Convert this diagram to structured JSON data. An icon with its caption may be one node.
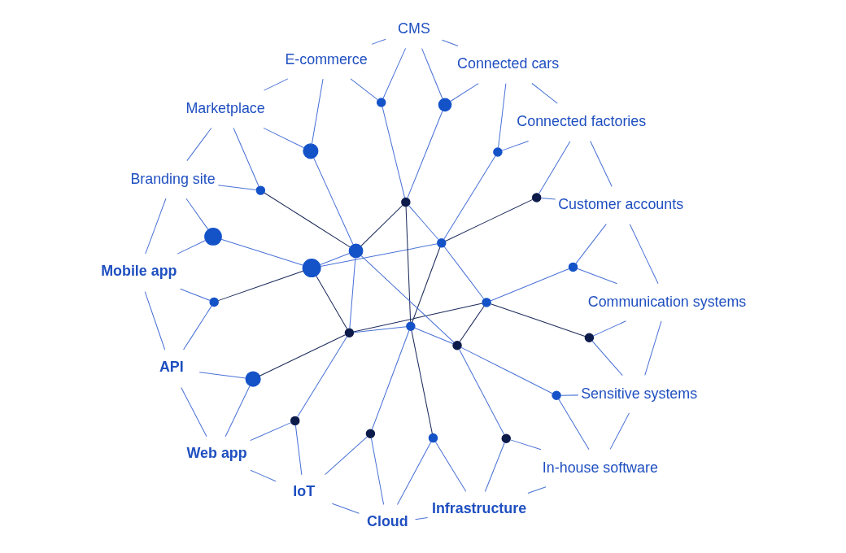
{
  "diagram": {
    "nodes": [
      {
        "text": [
          "Web app"
        ]
      },
      {
        "text": [
          "API"
        ]
      },
      {
        "text": [
          "IoT"
        ]
      },
      {
        "text": [
          "Mobile app"
        ]
      },
      {
        "text": [
          "Cloud"
        ]
      },
      {
        "text": [
          "Infrastructure"
        ]
      },
      {
        "text": [
          "Branding site"
        ]
      },
      {
        "text": [
          "In-house software"
        ]
      },
      {
        "text": [
          "Marketplace"
        ]
      },
      {
        "text": [
          "Sensitive systems"
        ]
      },
      {
        "text": [
          "E-commerce"
        ]
      },
      {
        "text": [
          "Communication systems"
        ]
      },
      {
        "text": [
          "Customer accounts"
        ]
      },
      {
        "text": [
          "CMS"
        ]
      },
      {
        "text": [
          "Connected cars"
        ]
      },
      {
        "text": [
          "Connected factories"
        ]
      },
      {
        "text": [],
        "shape": "circle"
      },
      {
        "text": [],
        "shape": "circle"
      },
      {
        "text": [],
        "shape": "circle"
      },
      {
        "text": [],
        "shape": "circle"
      },
      {
        "text": [],
        "shape": "circle"
      },
      {
        "text": [],
        "shape": "circle"
      },
      {
        "text": [],
        "shape": "circle"
      },
      {
        "text": [],
        "shape": "circle"
      },
      {
        "text": [],
        "shape": "circle"
      },
      {
        "text": [],
        "shape": "circle"
      },
      {
        "text": [],
        "shape": "circle"
      },
      {
        "text": [],
        "shape": "circle"
      },
      {
        "text": [],
        "shape": "circle"
      },
      {
        "text": [],
        "shape": "circle"
      },
      {
        "text": [],
        "shape": "circle"
      },
      {
        "text": [],
        "shape": "circle"
      },
      {
        "text": [],
        "shape": "circle"
      },
      {
        "text": [],
        "shape": "circle"
      },
      {
        "text": [],
        "shape": "circle"
      },
      {
        "text": [],
        "shape": "circle"
      },
      {
        "text": [],
        "shape": "circle"
      },
      {
        "text": [],
        "shape": "circle"
      },
      {
        "text": [],
        "shape": "circle"
      },
      {
        "text": [],
        "shape": "circle"
      }
    ],
    "edges": [
      {
        "from": 0,
        "to": 2,
        "arrow": "none"
      },
      {
        "from": 2,
        "to": 4,
        "arrow": "none"
      },
      {
        "from": 4,
        "to": 5,
        "arrow": "none"
      },
      {
        "from": 5,
        "to": 7,
        "arrow": "none"
      },
      {
        "from": 7,
        "to": 9,
        "arrow": "none"
      },
      {
        "from": 9,
        "to": 11,
        "arrow": "none"
      },
      {
        "from": 11,
        "to": 12,
        "arrow": "none"
      },
      {
        "from": 12,
        "to": 15,
        "arrow": "none"
      },
      {
        "from": 15,
        "to": 14,
        "arrow": "none"
      },
      {
        "from": 14,
        "to": 13,
        "arrow": "none"
      },
      {
        "from": 13,
        "to": 10,
        "arrow": "none"
      },
      {
        "from": 10,
        "to": 8,
        "arrow": "none"
      },
      {
        "from": 8,
        "to": 6,
        "arrow": "none"
      },
      {
        "from": 6,
        "to": 3,
        "arrow": "none"
      },
      {
        "from": 3,
        "to": 1,
        "arrow": "none"
      },
      {
        "from": 1,
        "to": 0,
        "arrow": "none"
      },
      {
        "from": 0,
        "to": 16,
        "arrow": "none"
      },
      {
        "from": 0,
        "to": 17,
        "arrow": "none"
      },
      {
        "from": 1,
        "to": 16,
        "arrow": "none"
      },
      {
        "from": 1,
        "to": 18,
        "arrow": "none"
      },
      {
        "from": 2,
        "to": 17,
        "arrow": "none"
      },
      {
        "from": 2,
        "to": 19,
        "arrow": "none"
      },
      {
        "from": 3,
        "to": 18,
        "arrow": "none"
      },
      {
        "from": 3,
        "to": 20,
        "arrow": "none"
      },
      {
        "from": 4,
        "to": 19,
        "arrow": "none"
      },
      {
        "from": 4,
        "to": 21,
        "arrow": "none"
      },
      {
        "from": 5,
        "to": 21,
        "arrow": "none"
      },
      {
        "from": 5,
        "to": 22,
        "arrow": "none"
      },
      {
        "from": 6,
        "to": 20,
        "arrow": "none"
      },
      {
        "from": 6,
        "to": 23,
        "arrow": "none"
      },
      {
        "from": 7,
        "to": 22,
        "arrow": "none"
      },
      {
        "from": 7,
        "to": 24,
        "arrow": "none"
      },
      {
        "from": 8,
        "to": 23,
        "arrow": "none"
      },
      {
        "from": 8,
        "to": 25,
        "arrow": "none"
      },
      {
        "from": 9,
        "to": 24,
        "arrow": "none"
      },
      {
        "from": 9,
        "to": 26,
        "arrow": "none"
      },
      {
        "from": 10,
        "to": 25,
        "arrow": "none"
      },
      {
        "from": 10,
        "to": 27,
        "arrow": "none"
      },
      {
        "from": 11,
        "to": 26,
        "arrow": "none"
      },
      {
        "from": 11,
        "to": 28,
        "arrow": "none"
      },
      {
        "from": 12,
        "to": 28,
        "arrow": "none"
      },
      {
        "from": 12,
        "to": 29,
        "arrow": "none"
      },
      {
        "from": 13,
        "to": 27,
        "arrow": "none"
      },
      {
        "from": 13,
        "to": 30,
        "arrow": "none"
      },
      {
        "from": 14,
        "to": 30,
        "arrow": "none"
      },
      {
        "from": 14,
        "to": 31,
        "arrow": "none"
      },
      {
        "from": 15,
        "to": 29,
        "arrow": "none"
      },
      {
        "from": 15,
        "to": 31,
        "arrow": "none"
      },
      {
        "from": 16,
        "to": 32,
        "arrow": "none",
        "color": "#1b2a5a"
      },
      {
        "from": 17,
        "to": 32,
        "arrow": "none"
      },
      {
        "from": 18,
        "to": 33,
        "arrow": "none",
        "color": "#1b2a5a"
      },
      {
        "from": 19,
        "to": 34,
        "arrow": "none"
      },
      {
        "from": 20,
        "to": 33,
        "arrow": "none"
      },
      {
        "from": 21,
        "to": 34,
        "arrow": "none",
        "color": "#1b2a5a"
      },
      {
        "from": 22,
        "to": 35,
        "arrow": "none"
      },
      {
        "from": 23,
        "to": 36,
        "arrow": "none",
        "color": "#1b2a5a"
      },
      {
        "from": 24,
        "to": 35,
        "arrow": "none"
      },
      {
        "from": 25,
        "to": 36,
        "arrow": "none"
      },
      {
        "from": 26,
        "to": 37,
        "arrow": "none",
        "color": "#1b2a5a"
      },
      {
        "from": 27,
        "to": 38,
        "arrow": "none"
      },
      {
        "from": 28,
        "to": 37,
        "arrow": "none"
      },
      {
        "from": 29,
        "to": 39,
        "arrow": "none",
        "color": "#1b2a5a"
      },
      {
        "from": 30,
        "to": 38,
        "arrow": "none"
      },
      {
        "from": 31,
        "to": 39,
        "arrow": "none"
      },
      {
        "from": 32,
        "to": 33,
        "arrow": "none",
        "color": "#1b2a5a"
      },
      {
        "from": 33,
        "to": 36,
        "arrow": "none"
      },
      {
        "from": 36,
        "to": 38,
        "arrow": "none",
        "color": "#1b2a5a"
      },
      {
        "from": 38,
        "to": 39,
        "arrow": "none"
      },
      {
        "from": 39,
        "to": 37,
        "arrow": "none"
      },
      {
        "from": 37,
        "to": 35,
        "arrow": "none",
        "color": "#1b2a5a"
      },
      {
        "from": 35,
        "to": 34,
        "arrow": "none"
      },
      {
        "from": 34,
        "to": 32,
        "arrow": "none"
      },
      {
        "from": 32,
        "to": 37,
        "arrow": "none",
        "color": "#1b2a5a"
      },
      {
        "from": 33,
        "to": 39,
        "arrow": "none"
      },
      {
        "from": 34,
        "to": 38,
        "arrow": "none",
        "color": "#1b2a5a"
      },
      {
        "from": 35,
        "to": 36,
        "arrow": "none"
      },
      {
        "from": 32,
        "to": 36,
        "arrow": "none"
      },
      {
        "from": 34,
        "to": 39,
        "arrow": "none",
        "color": "#1b2a5a"
      }
    ]
  }
}
